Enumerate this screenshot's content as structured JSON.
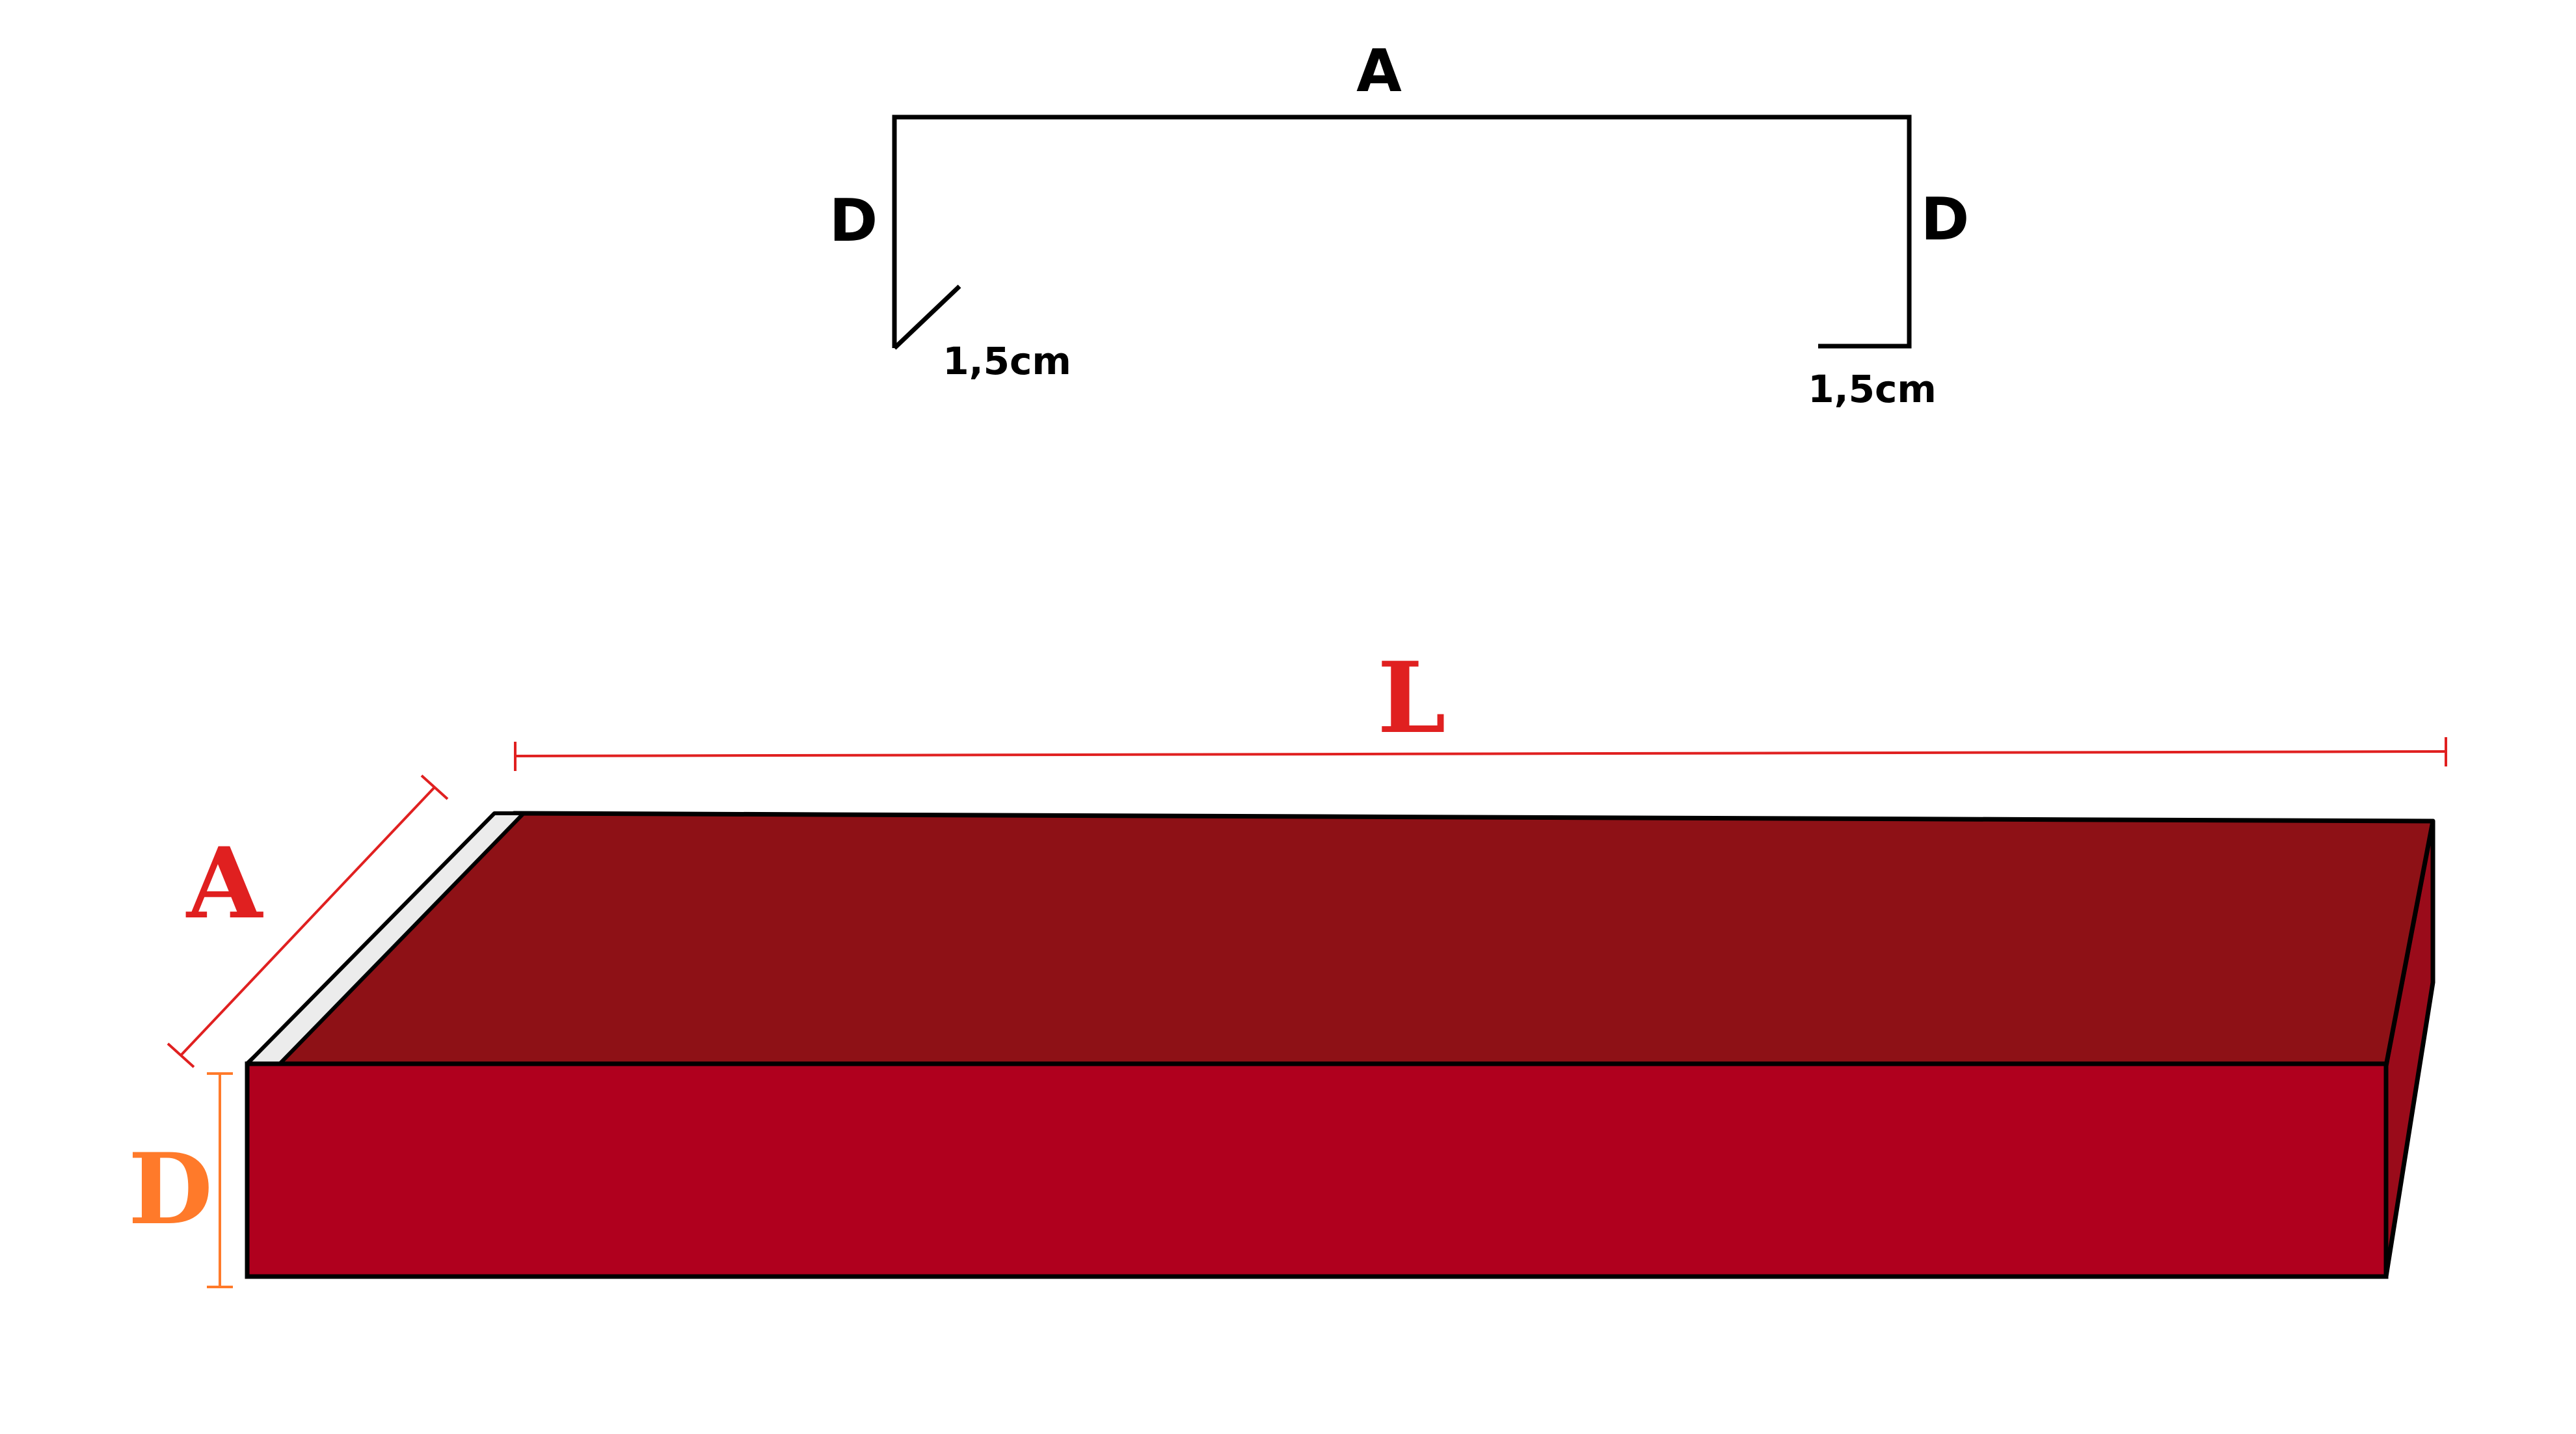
{
  "profile": {
    "top_label": "A",
    "left_label": "D",
    "right_label": "D",
    "left_flange_label": "1,5cm",
    "right_flange_label": "1,5cm"
  },
  "box": {
    "length_label": "L",
    "width_label": "A",
    "depth_label": "D"
  },
  "colors": {
    "top_face": "#8e1116",
    "front_face": "#b0001e",
    "side_face": "#9a0b1a",
    "outline": "#000000",
    "dim_red": "#e02020",
    "dim_orange": "#ff7a2a",
    "edge_strip": "#ececec"
  }
}
